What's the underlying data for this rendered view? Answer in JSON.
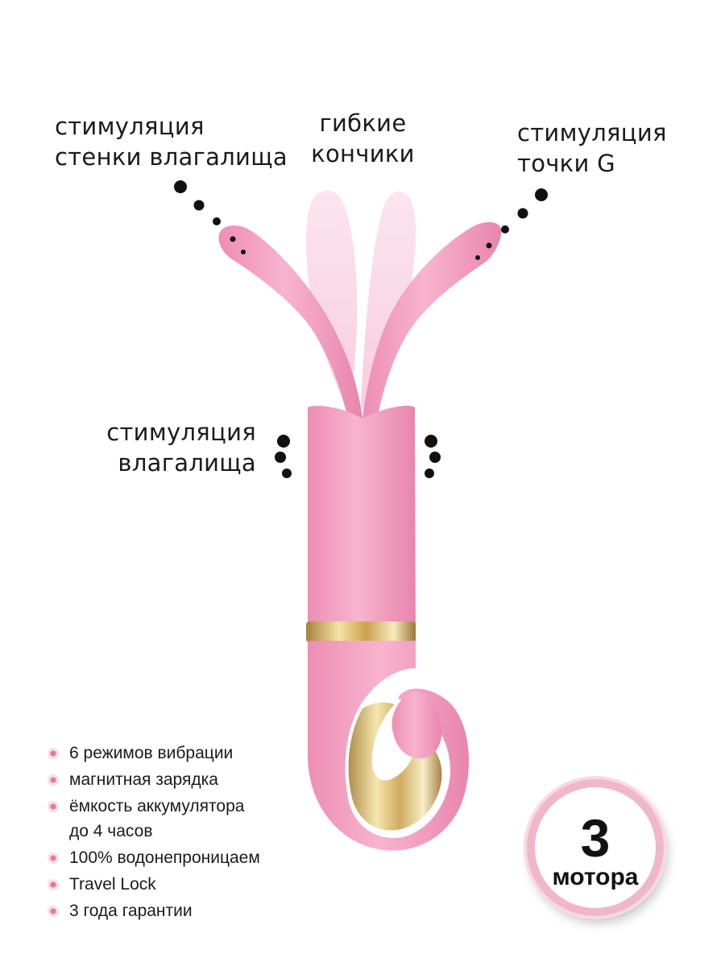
{
  "callouts": {
    "wall": "стимуляция\nстенки влагалища",
    "tips": "гибкие\nкончики",
    "g_spot": "стимуляция\nточки G",
    "vagina": "стимуляция\nвлагалища"
  },
  "features": [
    {
      "text": "6 режимов вибрации"
    },
    {
      "text": "магнитная зарядка"
    },
    {
      "text": "ёмкость аккумулятора",
      "sub": "до 4 часов"
    },
    {
      "text": "100% водонепроницаем"
    },
    {
      "text": "Travel Lock"
    },
    {
      "text": "3 года гарантии"
    }
  ],
  "badge": {
    "number": "3",
    "word": "мотора"
  },
  "colors": {
    "product_pink": "#f4a5c4",
    "bullet_pink": "#e6789c",
    "badge_ring": "#f0b7ca",
    "gold": "#d8b96a"
  }
}
